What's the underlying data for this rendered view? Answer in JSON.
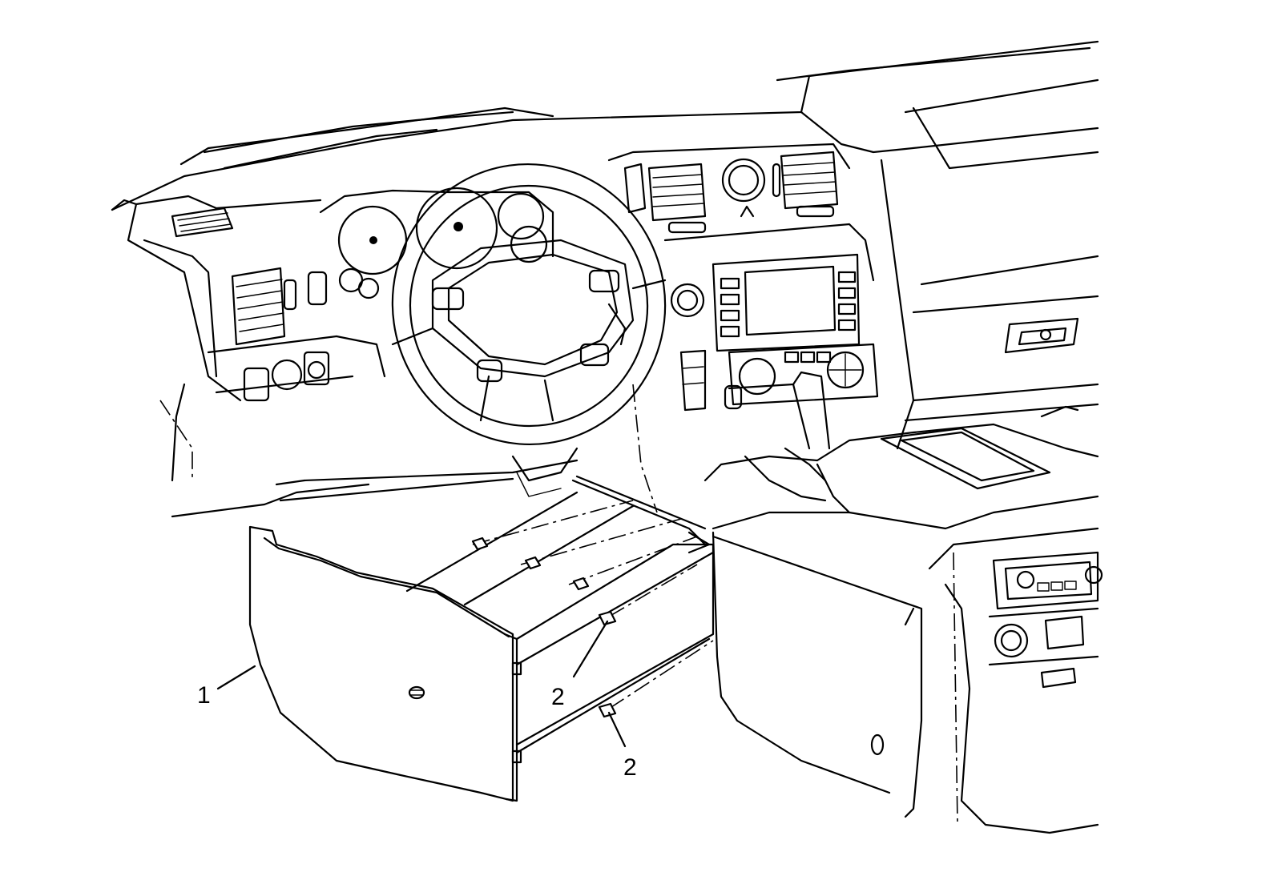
{
  "callouts": [
    {
      "id": "1",
      "label": "1"
    },
    {
      "id": "2a",
      "label": "2"
    },
    {
      "id": "2b",
      "label": "2"
    }
  ]
}
